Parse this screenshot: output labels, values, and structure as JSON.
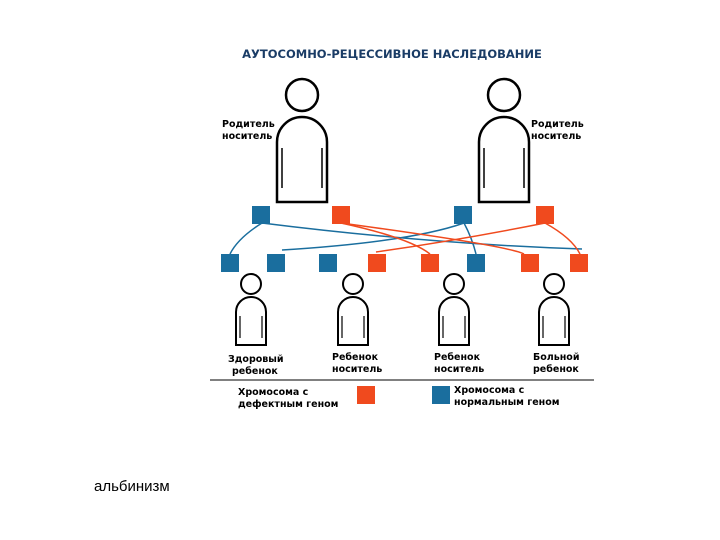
{
  "title": "АУТОСОМНО-РЕЦЕССИВНОЕ НАСЛЕДОВАНИЕ",
  "parents": [
    {
      "line1": "Родитель",
      "line2": "носитель"
    },
    {
      "line1": "Родитель",
      "line2": "носитель"
    }
  ],
  "children": [
    {
      "line1": "Здоровый",
      "line2": "ребенок"
    },
    {
      "line1": "Ребенок",
      "line2": "носитель"
    },
    {
      "line1": "Ребенок",
      "line2": "носитель"
    },
    {
      "line1": "Больной",
      "line2": "ребенок"
    }
  ],
  "legend": {
    "defective": {
      "line1": "Хромосома с",
      "line2": "дефектным геном"
    },
    "normal": {
      "line1": "Хромосома с",
      "line2": "нормальным геном"
    }
  },
  "colors": {
    "normal_gene": "#1a6e9e",
    "defective_gene": "#f04a1e",
    "figure_stroke": "#000000",
    "figure_fill": "#ffffff",
    "title_color": "#1a3c66"
  },
  "caption": "альбинизм"
}
